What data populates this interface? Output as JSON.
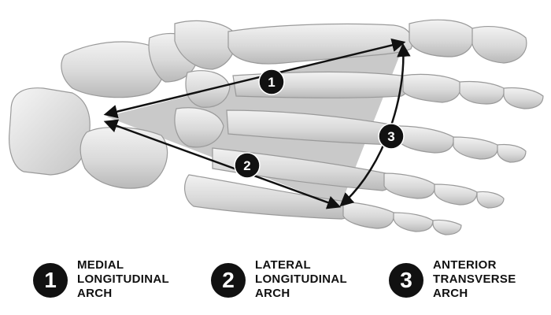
{
  "arches": [
    {
      "number": "1",
      "lines": [
        "MEDIAL",
        "LONGITUDINAL",
        "ARCH"
      ]
    },
    {
      "number": "2",
      "lines": [
        "LATERAL",
        "LONGITUDINAL",
        "ARCH"
      ]
    },
    {
      "number": "3",
      "lines": [
        "ANTERIOR",
        "TRANSVERSE",
        "ARCH"
      ]
    }
  ],
  "colors": {
    "badge": "#111111",
    "badge_text": "#ffffff",
    "bone_light": "#e8e8e8",
    "bone_mid": "#cfcfcf",
    "bone_shadow": "#a9a9a9",
    "arch_fill": "#9c9c9c",
    "arrow": "#111111"
  }
}
